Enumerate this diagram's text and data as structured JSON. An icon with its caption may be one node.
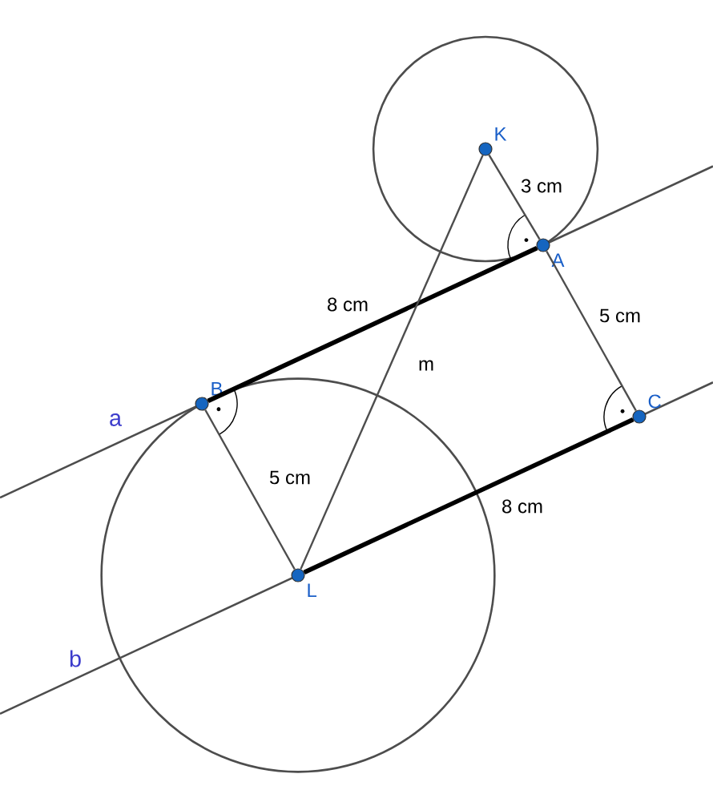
{
  "diagram": {
    "nodes": [
      {
        "text": [
          "K"
        ]
      },
      {
        "text": [
          "A"
        ]
      },
      {
        "text": [
          "B"
        ]
      },
      {
        "text": [
          "C"
        ]
      },
      {
        "text": [
          "L"
        ]
      }
    ],
    "edges": [
      {
        "from": 0,
        "to": 1,
        "arrow": "none",
        "label": "3 cm"
      },
      {
        "from": 1,
        "to": 3,
        "arrow": "none",
        "label": "5 cm"
      },
      {
        "from": 2,
        "to": 1,
        "arrow": "none",
        "label": "8 cm",
        "style": "thick",
        "color": "#000000"
      },
      {
        "from": 2,
        "to": 4,
        "arrow": "none",
        "label": "5 cm"
      },
      {
        "from": 4,
        "to": 3,
        "arrow": "none",
        "label": "8 cm",
        "style": "thick",
        "color": "#000000"
      },
      {
        "from": 0,
        "to": 4,
        "arrow": "none",
        "label": "m"
      }
    ],
    "labels": [
      "a",
      "b"
    ]
  }
}
